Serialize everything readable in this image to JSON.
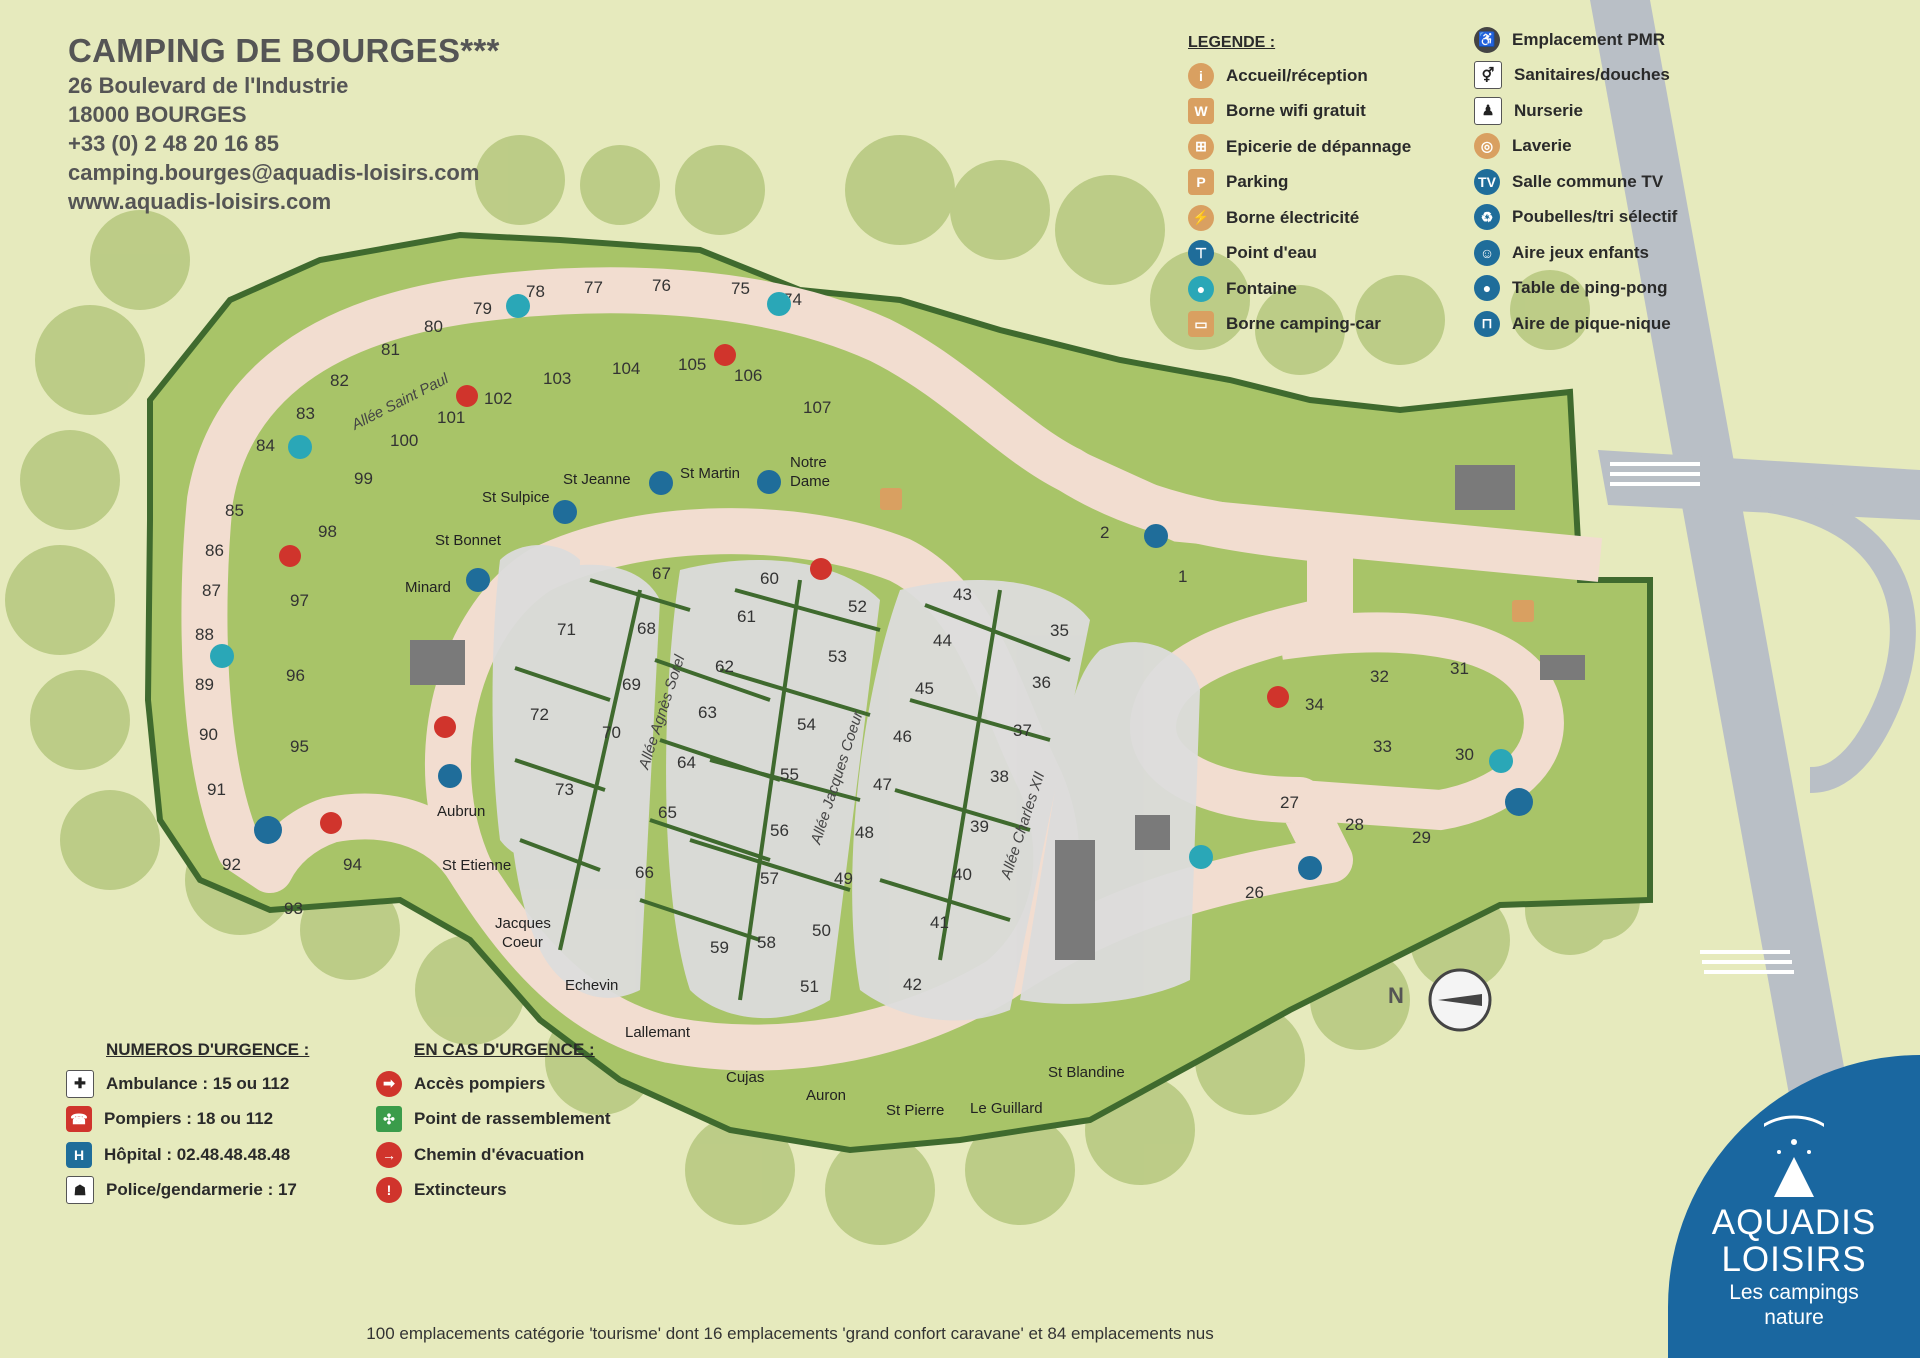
{
  "header": {
    "title": "CAMPING DE BOURGES***",
    "address": "26 Boulevard de l'Industrie",
    "city": "18000 BOURGES",
    "phone": "+33 (0) 2 48 20 16 85",
    "email": "camping.bourges@aquadis-loisirs.com",
    "website": "www.aquadis-loisirs.com"
  },
  "legend": {
    "title": "LEGENDE :",
    "col1": [
      {
        "label": "Accueil/réception",
        "icon": "info-icon",
        "glyph": "i",
        "style": "o"
      },
      {
        "label": "Borne wifi gratuit",
        "icon": "wifi-icon",
        "glyph": "W",
        "style": "o sq"
      },
      {
        "label": "Epicerie de dépannage",
        "icon": "grocery-basket-icon",
        "glyph": "⊞",
        "style": "o"
      },
      {
        "label": "Parking",
        "icon": "parking-icon",
        "glyph": "P",
        "style": "o sq"
      },
      {
        "label": "Borne électricité",
        "icon": "electric-plug-icon",
        "glyph": "⚡",
        "style": "o"
      },
      {
        "label": "Point d'eau",
        "icon": "water-tap-icon",
        "glyph": "⊤",
        "style": "b"
      },
      {
        "label": "Fontaine",
        "icon": "water-drop-icon",
        "glyph": "●",
        "style": "c"
      },
      {
        "label": "Borne camping-car",
        "icon": "camping-car-icon",
        "glyph": "▭",
        "style": "o sq"
      }
    ],
    "col2": [
      {
        "label": "Emplacement PMR",
        "icon": "wheelchair-icon",
        "glyph": "♿",
        "style": "d"
      },
      {
        "label": "Sanitaires/douches",
        "icon": "toilets-icon",
        "glyph": "⚥",
        "style": "w"
      },
      {
        "label": "Nurserie",
        "icon": "baby-changing-icon",
        "glyph": "♟",
        "style": "w"
      },
      {
        "label": "Laverie",
        "icon": "laundry-icon",
        "glyph": "◎",
        "style": "o"
      },
      {
        "label": "Salle commune TV",
        "icon": "tv-icon",
        "glyph": "TV",
        "style": "b"
      },
      {
        "label": "Poubelles/tri sélectif",
        "icon": "recycling-bin-icon",
        "glyph": "♻",
        "style": "b"
      },
      {
        "label": "Aire jeux enfants",
        "icon": "playground-icon",
        "glyph": "☺",
        "style": "b"
      },
      {
        "label": "Table de ping-pong",
        "icon": "ping-pong-icon",
        "glyph": "●",
        "style": "b"
      },
      {
        "label": "Aire de pique-nique",
        "icon": "picnic-table-icon",
        "glyph": "⊓",
        "style": "b"
      }
    ]
  },
  "emergency_numbers": {
    "title": "NUMEROS D'URGENCE :",
    "items": [
      {
        "label": "Ambulance : 15 ou 112",
        "icon": "ambulance-icon",
        "glyph": "✚",
        "style": "w"
      },
      {
        "label": "Pompiers : 18 ou 112",
        "icon": "firefighter-icon",
        "glyph": "☎",
        "style": "r sq"
      },
      {
        "label": "Hôpital : 02.48.48.48.48",
        "icon": "hospital-icon",
        "glyph": "H",
        "style": "b sq"
      },
      {
        "label": "Police/gendarmerie : 17",
        "icon": "police-icon",
        "glyph": "☗",
        "style": "w"
      }
    ]
  },
  "in_case_of_emergency": {
    "title": "EN CAS D'URGENCE :",
    "items": [
      {
        "label": "Accès pompiers",
        "icon": "fire-access-arrow-icon",
        "glyph": "➡",
        "style": "r"
      },
      {
        "label": "Point de rassemblement",
        "icon": "assembly-point-icon",
        "glyph": "✣",
        "style": "g"
      },
      {
        "label": "Chemin d'évacuation",
        "icon": "evacuation-arrow-icon",
        "glyph": "→",
        "style": "r"
      },
      {
        "label": "Extincteurs",
        "icon": "fire-extinguisher-icon",
        "glyph": "!",
        "style": "r"
      }
    ]
  },
  "streets": [
    "Allée Saint Paul",
    "Allée Agnès Sorel",
    "Allée Jacques Coeur",
    "Allée Charles XII"
  ],
  "areas": [
    "St Sulpice",
    "St Jeanne",
    "St Martin",
    "Notre",
    "Dame",
    "St Bonnet",
    "Minard",
    "Aubrun",
    "St Etienne",
    "Jacques",
    "Coeur",
    "Echevin",
    "Lallemant",
    "Cujas",
    "Auron",
    "St Pierre",
    "Le Guillard",
    "St Blandine"
  ],
  "pitches": [
    "1",
    "2",
    "26",
    "27",
    "28",
    "29",
    "30",
    "31",
    "32",
    "33",
    "34",
    "35",
    "36",
    "37",
    "38",
    "39",
    "40",
    "41",
    "42",
    "43",
    "44",
    "45",
    "46",
    "47",
    "48",
    "49",
    "50",
    "51",
    "52",
    "53",
    "54",
    "55",
    "56",
    "57",
    "58",
    "59",
    "60",
    "61",
    "62",
    "63",
    "64",
    "65",
    "66",
    "67",
    "68",
    "69",
    "70",
    "71",
    "72",
    "73",
    "74",
    "75",
    "76",
    "77",
    "78",
    "79",
    "80",
    "81",
    "82",
    "83",
    "84",
    "85",
    "86",
    "87",
    "88",
    "89",
    "90",
    "91",
    "92",
    "93",
    "94",
    "95",
    "96",
    "97",
    "98",
    "99",
    "100",
    "101",
    "102",
    "103",
    "104",
    "105",
    "106",
    "107"
  ],
  "compass": "N",
  "footer": "100 emplacements catégorie 'tourisme' dont 16 emplacements 'grand confort caravane' et 84 emplacements nus",
  "brand": {
    "name1": "AQUADIS",
    "name2": "LOISIRS",
    "tagline1": "Les campings",
    "tagline2": "nature"
  },
  "colors": {
    "background": "#e6eabd",
    "lawn": "#a8c468",
    "path": "#f2ddd0",
    "road": "#b9bfc6",
    "brand": "#1a67a0",
    "hedge": "#3f6a2e"
  }
}
